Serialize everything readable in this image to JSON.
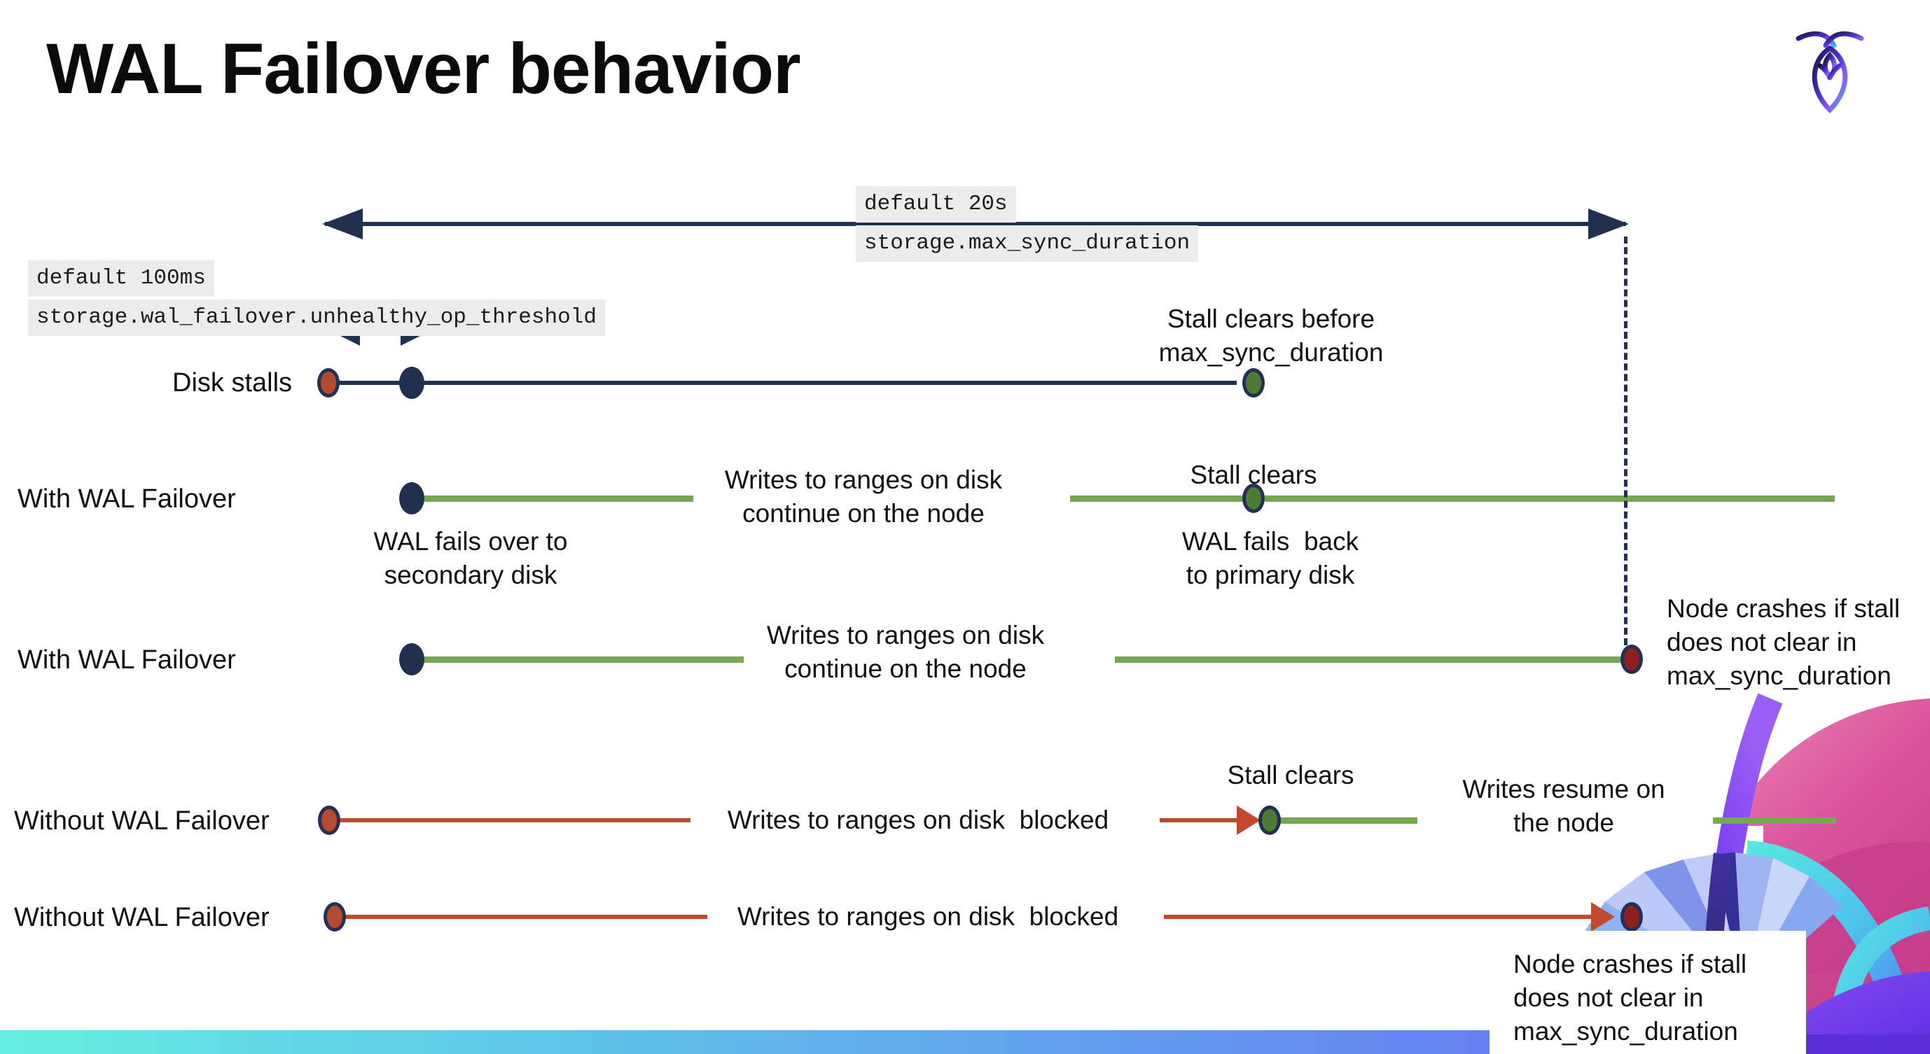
{
  "title": "WAL Failover behavior",
  "settings": {
    "max_sync_duration": {
      "default_label": "default 20s",
      "setting_name": "storage.max_sync_duration"
    },
    "unhealthy_op_threshold": {
      "default_label": "default 100ms",
      "setting_name": "storage.wal_failover.unhealthy_op_threshold"
    }
  },
  "rows": [
    {
      "label": "Disk stalls"
    },
    {
      "label": "With WAL Failover"
    },
    {
      "label": "With WAL Failover"
    },
    {
      "label": "Without WAL Failover"
    },
    {
      "label": "Without WAL Failover"
    }
  ],
  "events": {
    "stall_clears_before": "Stall clears before\nmax_sync_duration",
    "stall_clears": "Stall clears",
    "wal_fails_over": "WAL fails over to\nsecondary disk",
    "wal_fails_back": "WAL fails  back\nto primary disk",
    "writes_continue": "Writes to ranges on disk\ncontinue on the node",
    "writes_blocked": "Writes to ranges on disk  blocked",
    "writes_resume": "Writes resume on\nthe node",
    "node_crashes": "Node crashes if stall\ndoes not clear in\nmax_sync_duration"
  },
  "colors": {
    "navy": "#22304f",
    "green_line": "#77a851",
    "red_line": "#c14a2e",
    "stall_start_dot": "#b54a2f",
    "stall_clear_dot": "#4d7b33",
    "crash_dot": "#8e1f1c",
    "code_background": "#ececec",
    "footer_gradient": [
      "#63efdf",
      "#5ec4e9",
      "#6392f0",
      "#6d62ef"
    ]
  },
  "icons": {
    "logo": "cockroach-logo",
    "bottom_right_art": "cockroach-decorative-art"
  }
}
